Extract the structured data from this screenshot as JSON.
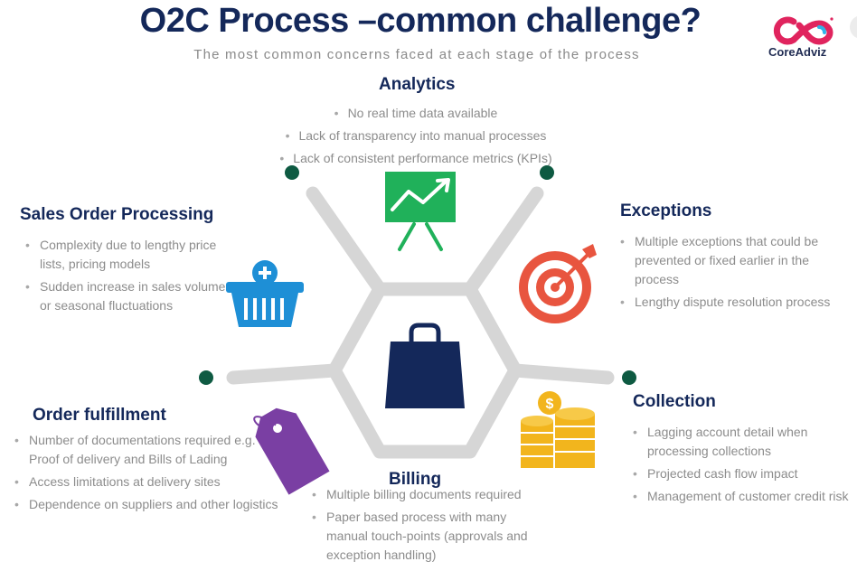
{
  "title": "O2C Process –common challenge?",
  "subtitle": "The most common concerns faced at each stage of the process",
  "logo": {
    "text": "CoreAdviz",
    "icon": "coreadviz-logo-icon"
  },
  "colors": {
    "heading": "#14285a",
    "connector": "#d6d6d6",
    "dot": "#0e5a42",
    "analytics_green": "#20b15a",
    "basket_blue": "#1e8fd6",
    "target_red": "#e8553f",
    "bag_navy": "#14285a",
    "tag_purple": "#7a3fa3",
    "coin_gold": "#f2b51d"
  },
  "sections": {
    "analytics": {
      "title": "Analytics",
      "icon": "presentation-chart-icon",
      "bullets": [
        "No real time data available",
        "Lack of transparency into manual processes",
        "Lack of consistent performance metrics (KPIs)"
      ]
    },
    "sales": {
      "title": "Sales Order Processing",
      "icon": "shopping-basket-icon",
      "bullets": [
        "Complexity due to lengthy price lists, pricing models",
        "Sudden increase in sales volume or seasonal fluctuations"
      ]
    },
    "exceptions": {
      "title": "Exceptions",
      "icon": "target-icon",
      "bullets": [
        "Multiple exceptions that could be prevented or fixed earlier in the process",
        "Lengthy dispute resolution process"
      ]
    },
    "fulfillment": {
      "title": "Order fulfillment",
      "icon": "price-tag-icon",
      "bullets": [
        "Number of documentations required e.g. Proof of delivery and Bills of Lading",
        "Access limitations at delivery sites",
        "Dependence on suppliers and other logistics"
      ]
    },
    "collection": {
      "title": "Collection",
      "icon": "coins-icon",
      "bullets": [
        "Lagging account detail when processing collections",
        "Projected cash flow impact",
        "Management of customer credit risk"
      ]
    },
    "billing": {
      "title": "Billing",
      "bullets": [
        "Multiple billing documents required",
        "Paper based process with many manual touch-points (approvals and exception handling)"
      ]
    }
  },
  "center_icon": "shopping-bag-icon"
}
